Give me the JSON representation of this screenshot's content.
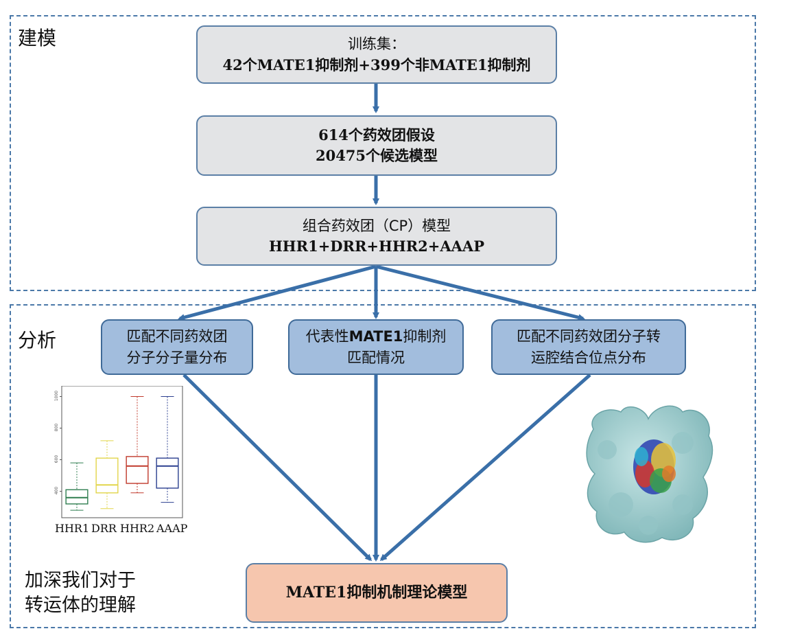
{
  "sections": {
    "model_label": "建模",
    "analysis_label": "分析"
  },
  "boxes": {
    "training": {
      "line1": "训练集：",
      "line2": "42个MATE1抑制剂+399个非MATE1抑制剂"
    },
    "hypotheses": {
      "line1": "614个药效团假设",
      "line2": "20475个候选模型"
    },
    "cp_model": {
      "line1": "组合药效团（CP）模型",
      "line2": "HHR1+DRR+HHR2+AAAP"
    },
    "match_mw": {
      "line1": "匹配不同药效团",
      "line2": "分子分子量分布"
    },
    "representative": {
      "line1_pre": "代表性",
      "line1_bold": "MATE1",
      "line1_post": "抑制剂",
      "line2": "匹配情况"
    },
    "binding_site": {
      "line1": "匹配不同药效团分子转",
      "line2": "运腔结合位点分布"
    },
    "theory": {
      "text": "MATE1抑制机制理论模型"
    }
  },
  "bottom_text": {
    "line1": "加深我们对于",
    "line2": "转运体的理解"
  },
  "colors": {
    "dashed_border": "#4a78a8",
    "arrow": "#3a6fa8",
    "gray_box": "#e3e4e6",
    "blue_box": "#a2bddd",
    "peach_box": "#f6c6ae",
    "protein_surface": "#a9d4d4"
  },
  "chart_data": {
    "type": "boxplot",
    "categories": [
      "HHR1",
      "DRR",
      "HHR2",
      "AAAP"
    ],
    "colors": [
      "#2e7d4f",
      "#e2d54a",
      "#c0392b",
      "#2b3f8f"
    ],
    "ylim": [
      250,
      1050
    ],
    "yticks": [
      400,
      600,
      800,
      1000
    ],
    "ytick_labels": [
      "400",
      "600",
      "800",
      "1000"
    ],
    "series": [
      {
        "min": 280,
        "q1": 320,
        "median": 360,
        "q3": 410,
        "max": 580
      },
      {
        "min": 290,
        "q1": 390,
        "median": 440,
        "q3": 610,
        "max": 720
      },
      {
        "min": 390,
        "q1": 450,
        "median": 560,
        "q3": 620,
        "max": 1000
      },
      {
        "min": 330,
        "q1": 420,
        "median": 560,
        "q3": 610,
        "max": 1000
      }
    ],
    "grid": false
  }
}
